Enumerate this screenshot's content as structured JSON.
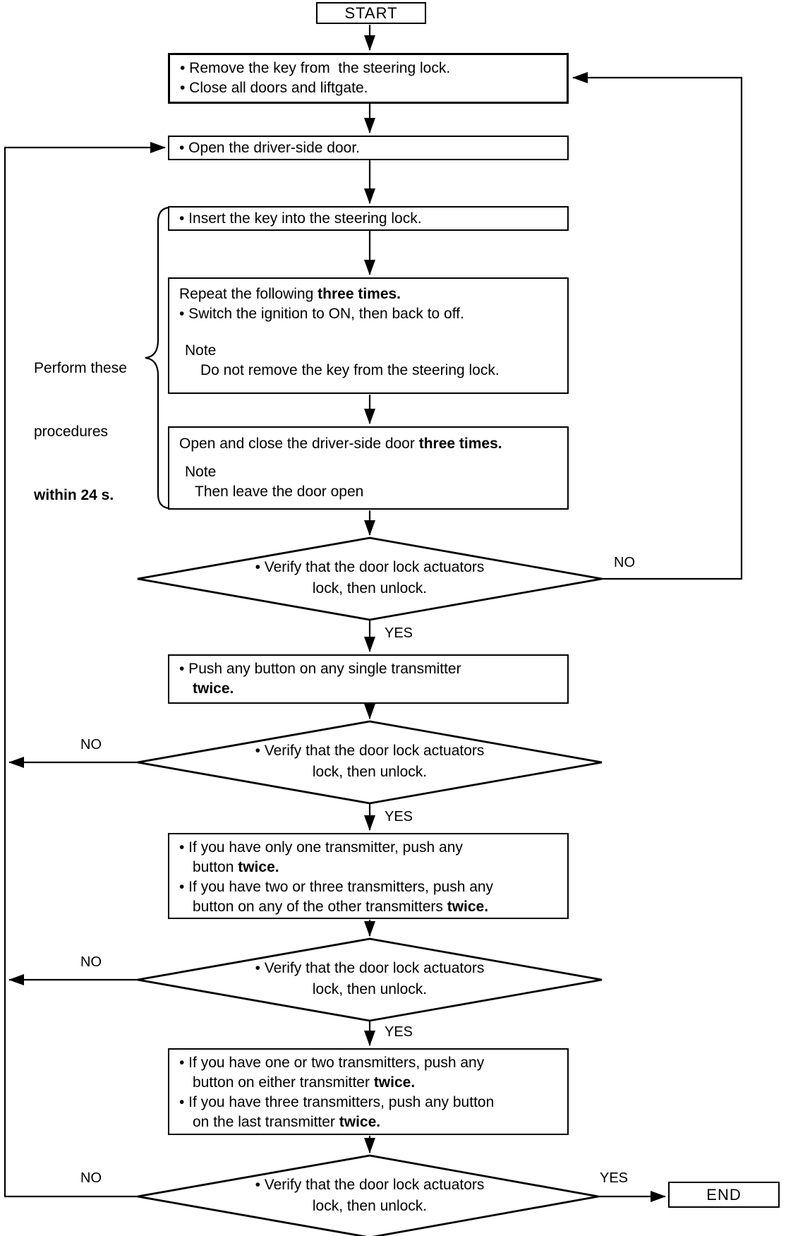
{
  "flow": {
    "start_label": "START",
    "end_label": "END",
    "labels": {
      "yes": "YES",
      "no": "NO"
    },
    "side_note": {
      "l1": "Perform these",
      "l2": "procedures",
      "l3": "within 24 s."
    },
    "decision": {
      "l1": "• Verify that the door lock actuators",
      "l2": "lock, then unlock."
    },
    "boxes": {
      "b1": {
        "l1": "• Remove the key from  the steering lock.",
        "l2": "• Close all doors and liftgate."
      },
      "b2": {
        "l1": "• Open the driver-side door."
      },
      "b3": {
        "l1": "• Insert the key into the steering lock."
      },
      "b4": {
        "l1": "Repeat the following ",
        "l1b": "three times.",
        "l2": "• Switch the ignition to ON, then back to off.",
        "l3": "Note",
        "l4": "Do not remove the key from the steering lock."
      },
      "b5": {
        "l1": "Open and close the driver-side door ",
        "l1b": "three times.",
        "l2": "Note",
        "l3": "Then leave the door open"
      },
      "b6": {
        "l1": "• Push any button on any single transmitter",
        "l2": "",
        "l2b": "twice."
      },
      "b7": {
        "l1": "• If you have only one transmitter, push any",
        "l2": "button ",
        "l2b": "twice.",
        "l3": "• If you have two or three transmitters, push any",
        "l4": "button on any of the other transmitters ",
        "l4b": "twice."
      },
      "b8": {
        "l1": "• If you have one or two transmitters, push any",
        "l2": "button on either transmitter ",
        "l2b": "twice.",
        "l3": "• If you have three transmitters, push any button",
        "l4": "on the last transmitter ",
        "l4b": "twice."
      }
    },
    "colors": {
      "ink": "#000000",
      "paper": "#ffffff"
    }
  }
}
